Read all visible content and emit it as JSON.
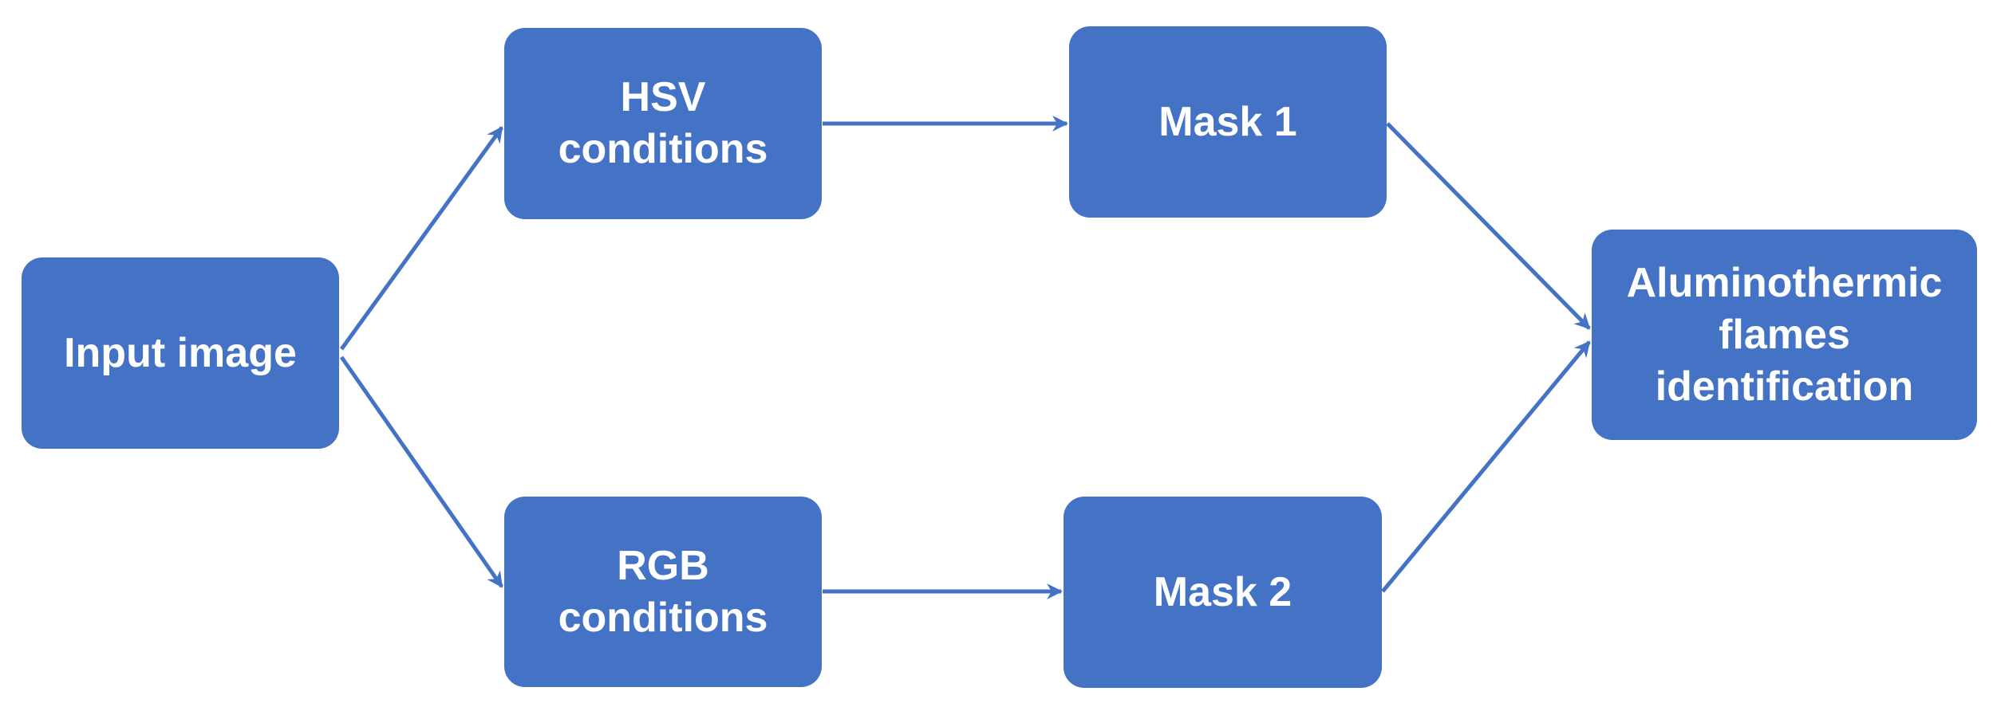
{
  "diagram": {
    "colors": {
      "background": "#ffffff",
      "node_fill": "#4472C4",
      "node_text": "#ffffff",
      "arrow": "#4472C4"
    },
    "nodes": {
      "input_image": {
        "label": "Input image"
      },
      "hsv_conditions": {
        "label": "HSV\nconditions"
      },
      "rgb_conditions": {
        "label": "RGB\nconditions"
      },
      "mask_1": {
        "label": "Mask 1"
      },
      "mask_2": {
        "label": "Mask 2"
      },
      "output": {
        "label": "Aluminothermic\nflames\nidentification"
      }
    },
    "edges": [
      {
        "from": "input_image",
        "to": "hsv_conditions"
      },
      {
        "from": "input_image",
        "to": "rgb_conditions"
      },
      {
        "from": "hsv_conditions",
        "to": "mask_1"
      },
      {
        "from": "rgb_conditions",
        "to": "mask_2"
      },
      {
        "from": "mask_1",
        "to": "output"
      },
      {
        "from": "mask_2",
        "to": "output"
      }
    ]
  }
}
